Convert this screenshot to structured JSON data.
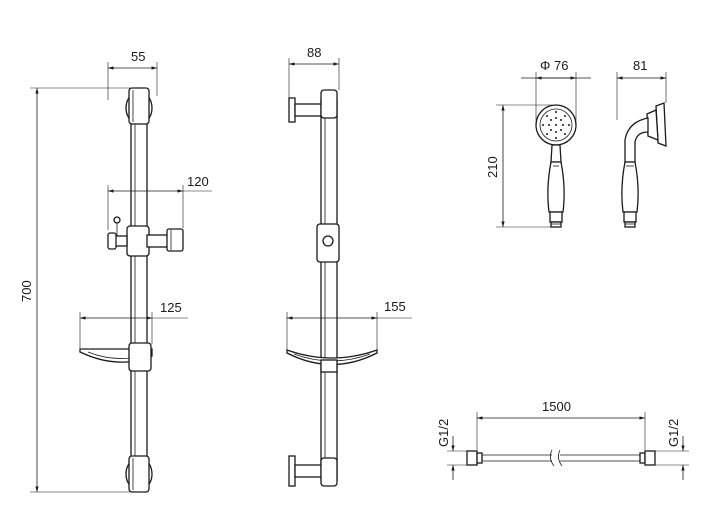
{
  "dimensions": {
    "front_width": "55",
    "holder_offset": "120",
    "dish_offset_front": "125",
    "total_height": "700",
    "side_depth": "88",
    "dish_offset_side": "155",
    "head_diameter": "Φ 76",
    "handset_length": "210",
    "head_depth": "81",
    "hose_length": "1500",
    "thread_left": "G1/2",
    "thread_right": "G1/2"
  },
  "icons": {
    "front_view": "slide-rail-front-icon",
    "side_view": "slide-rail-side-icon",
    "handshower_front": "handshower-front-icon",
    "handshower_side": "handshower-side-icon",
    "hose": "shower-hose-icon"
  }
}
